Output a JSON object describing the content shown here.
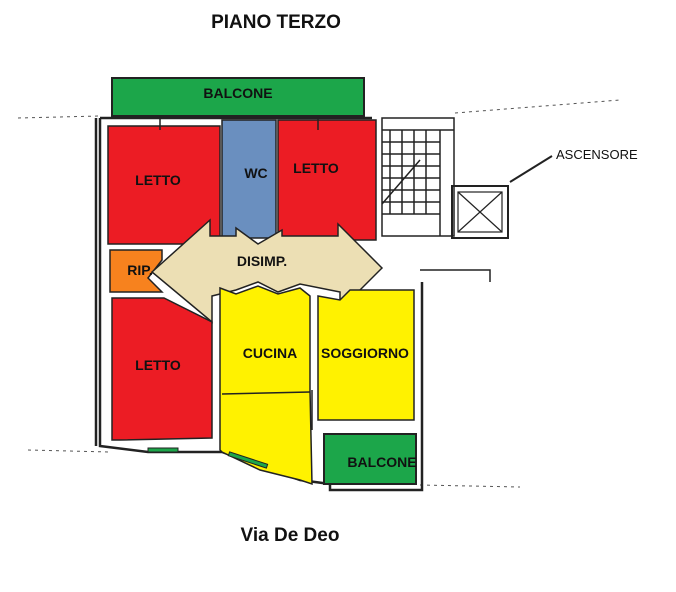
{
  "plan": {
    "title": "PIANO TERZO",
    "street": "Via De Deo",
    "rooms": {
      "balcone_top": "BALCONE",
      "letto_1": "LETTO",
      "wc": "WC",
      "letto_2": "LETTO",
      "rip": "RIP.",
      "disimp": "DISIMP.",
      "letto_3": "LETTO",
      "cucina": "CUCINA",
      "soggiorno": "SOGGIORNO",
      "balcone_bottom": "BALCONE"
    },
    "ascensore": "ASCENSORE"
  },
  "colors": {
    "letto": "#ec1c24",
    "wc": "#6a8fbf",
    "balcone": "#1ca64a",
    "rip": "#f7821e",
    "disimp": "#ecdfb4",
    "cucina_soggiorno": "#fff200"
  }
}
